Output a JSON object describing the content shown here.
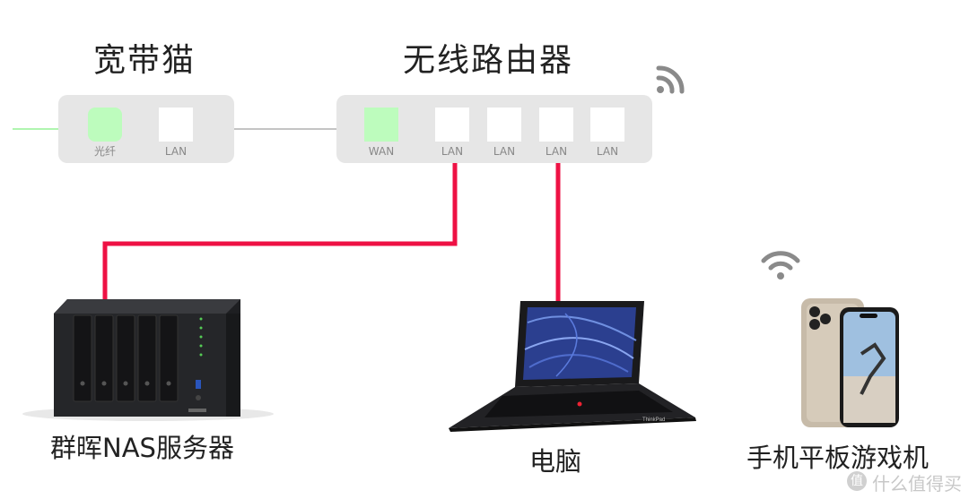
{
  "modem": {
    "title": "宽带猫",
    "ports": [
      "光纤",
      "LAN"
    ]
  },
  "router": {
    "title": "无线路由器",
    "ports": [
      "WAN",
      "LAN",
      "LAN",
      "LAN",
      "LAN"
    ]
  },
  "devices": {
    "nas": {
      "label": "群晖NAS服务器"
    },
    "pc": {
      "label": "电脑",
      "brand": "ThinkPad"
    },
    "mobile": {
      "label": "手机平板游戏机"
    }
  },
  "watermark": {
    "badge": "值",
    "text": "什么值得买"
  },
  "colors": {
    "cable": "#ee1144",
    "fiber": "#b0f5b0",
    "box": "#e6e6e6",
    "port_active": "#bdfcbd",
    "wifi": "#8a8a8a"
  }
}
